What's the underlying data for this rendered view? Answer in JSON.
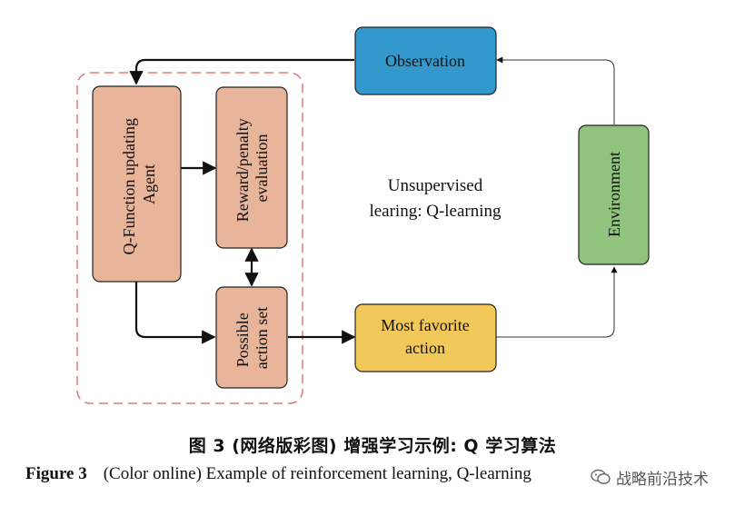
{
  "diagram": {
    "nodes": {
      "observation": {
        "label": "Observation",
        "color": "#3399cc"
      },
      "q_function": {
        "label_line1": "Q-Function updating",
        "label_line2": "Agent",
        "color": "#e8b49a"
      },
      "reward": {
        "label_line1": "Reward/penalty",
        "label_line2": "evaluation",
        "color": "#e8b49a"
      },
      "action_set": {
        "label_line1": "Possible",
        "label_line2": "action set",
        "color": "#e8b49a"
      },
      "favorite_action": {
        "label_line1": "Most favorite",
        "label_line2": "action",
        "color": "#f2c85b"
      },
      "environment": {
        "label": "Environment",
        "color": "#90c47e"
      }
    },
    "annotation": {
      "line1": "Unsupervised",
      "line2": "learing: Q-learning"
    },
    "group_border_color": "#e06060"
  },
  "caption": {
    "chinese": "图 3 (网络版彩图) 增强学习示例: Q 学习算法",
    "english_label": "Figure 3",
    "english_text": "(Color online) Example of reinforcement learning, Q-learning"
  },
  "watermark": {
    "text": "战略前沿技术",
    "icon": "wechat-icon"
  }
}
